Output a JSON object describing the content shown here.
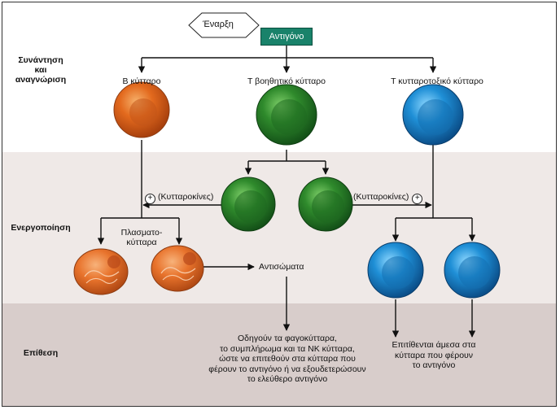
{
  "stages": {
    "recognition": "Συνάντηση\nκαι\nαναγνώριση",
    "activation": "Ενεργοποίηση",
    "attack": "Επίθεση"
  },
  "start": "Έναρξη",
  "antigen": "Αντιγόνο",
  "cells": {
    "b_cell": "Β κύτταρο",
    "helper_t": "Τ βοηθητικό κύτταρο",
    "cytotoxic_t": "Τ κυτταροτοξικό κύτταρο",
    "plasma": "Πλασματο-\nκύτταρα"
  },
  "cytokines_left": "(Κυτταροκίνες)",
  "cytokines_right": "(Κυτταροκίνες)",
  "antibodies": "Αντισώματα",
  "outcome_antibodies": "Οδηγούν τα φαγοκύτταρα,\nτο συμπλήρωμα και τα ΝΚ κύτταρα,\nώστε να επιτεθούν στα κύτταρα που\nφέρουν το αντιγόνο ή να εξουδετερώσουν\nτο ελεύθερο αντιγόνο",
  "outcome_cytotoxic": "Επιτίθενται άμεσα στα\nκύτταρα που φέρουν\nτο αντιγόνο",
  "colors": {
    "b_cell": "#e36a1e",
    "helper_t": "#2f8a2c",
    "cytotoxic_t": "#1f8fd6",
    "plasma": "#e8732c",
    "antigen_box": "#19826a"
  }
}
